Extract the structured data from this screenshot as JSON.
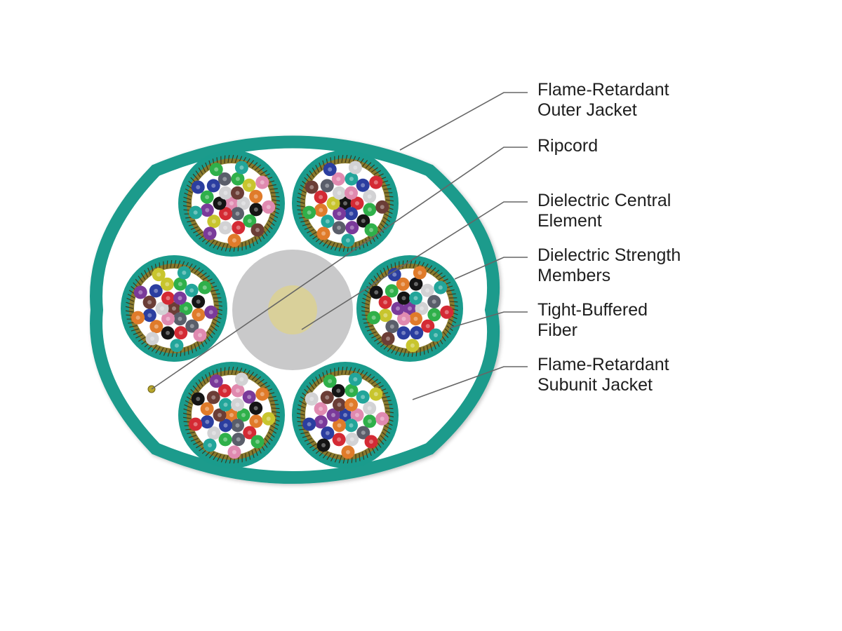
{
  "colors": {
    "jacket": "#1a9b8c",
    "fill": "#ffffff",
    "core": "#c9c9ca",
    "core_center": "#d9d09a",
    "strength_member": "#8a7a2e",
    "ripcord": "#b8a62a",
    "leader_line": "#666666",
    "label_text": "#1e1e1e"
  },
  "fiber_colors": {
    "blue": "#2b3ea0",
    "orange": "#e07b2a",
    "green": "#2fb04a",
    "brown": "#6b3d36",
    "slate": "#5a5e6a",
    "white": "#d2d2d4",
    "red": "#d42a34",
    "black": "#141414",
    "yellow": "#c8c52e",
    "violet": "#7a3a9a",
    "rose": "#e08ab0",
    "aqua": "#22a59a"
  },
  "labels": [
    {
      "id": "outer-jacket",
      "lines": [
        "Flame-Retardant",
        "Outer Jacket"
      ]
    },
    {
      "id": "ripcord",
      "lines": [
        "Ripcord"
      ]
    },
    {
      "id": "central-element",
      "lines": [
        "Dielectric Central",
        "Element"
      ]
    },
    {
      "id": "strength-members",
      "lines": [
        "Dielectric Strength",
        "Members"
      ]
    },
    {
      "id": "tight-buffered-fiber",
      "lines": [
        "Tight-Buffered",
        "Fiber"
      ]
    },
    {
      "id": "subunit-jacket",
      "lines": [
        "Flame-Retardant",
        "Subunit Jacket"
      ]
    }
  ],
  "subunits": [
    {
      "id": "subunit-1",
      "fibers": [
        "rose",
        "white",
        "slate",
        "red",
        "black",
        "white",
        "brown",
        "black",
        "green",
        "red",
        "white",
        "yellow",
        "violet",
        "green",
        "blue",
        "slate",
        "green",
        "yellow",
        "orange",
        "rose",
        "brown",
        "orange",
        "violet",
        "aqua",
        "blue",
        "green",
        "aqua",
        "rose"
      ]
    },
    {
      "id": "subunit-2",
      "fibers": [
        "black",
        "red",
        "blue",
        "violet",
        "yellow",
        "white",
        "rose",
        "green",
        "black",
        "violet",
        "slate",
        "aqua",
        "orange",
        "red",
        "slate",
        "rose",
        "aqua",
        "blue",
        "white",
        "brown",
        "green",
        "aqua",
        "orange",
        "green",
        "brown",
        "blue",
        "white",
        "red"
      ]
    },
    {
      "id": "subunit-3",
      "fibers": [
        "brown",
        "green",
        "slate",
        "rose",
        "white",
        "red",
        "violet",
        "orange",
        "slate",
        "red",
        "black",
        "orange",
        "blue",
        "brown",
        "blue",
        "yellow",
        "green",
        "aqua",
        "black",
        "violet",
        "rose",
        "aqua",
        "white",
        "orange",
        "violet",
        "yellow",
        "aqua",
        "green"
      ]
    },
    {
      "id": "subunit-4",
      "fibers": [
        "violet",
        "white",
        "orange",
        "rose",
        "violet",
        "black",
        "aqua",
        "green",
        "red",
        "blue",
        "blue",
        "slate",
        "yellow",
        "red",
        "green",
        "orange",
        "black",
        "white",
        "slate",
        "red",
        "aqua",
        "yellow",
        "brown",
        "green",
        "black",
        "blue",
        "orange",
        "aqua"
      ]
    },
    {
      "id": "subunit-5",
      "fibers": [
        "orange",
        "green",
        "slate",
        "blue",
        "brown",
        "aqua",
        "white",
        "orange",
        "red",
        "slate",
        "green",
        "white",
        "blue",
        "orange",
        "brown",
        "red",
        "rose",
        "violet",
        "black",
        "yellow",
        "green",
        "rose",
        "aqua",
        "red",
        "black",
        "violet",
        "white",
        "orange"
      ]
    },
    {
      "id": "subunit-6",
      "fibers": [
        "blue",
        "rose",
        "aqua",
        "orange",
        "violet",
        "brown",
        "orange",
        "green",
        "slate",
        "white",
        "red",
        "blue",
        "violet",
        "rose",
        "brown",
        "black",
        "green",
        "aqua",
        "white",
        "rose",
        "red",
        "orange",
        "black",
        "blue",
        "white",
        "green",
        "aqua",
        "yellow"
      ]
    }
  ]
}
